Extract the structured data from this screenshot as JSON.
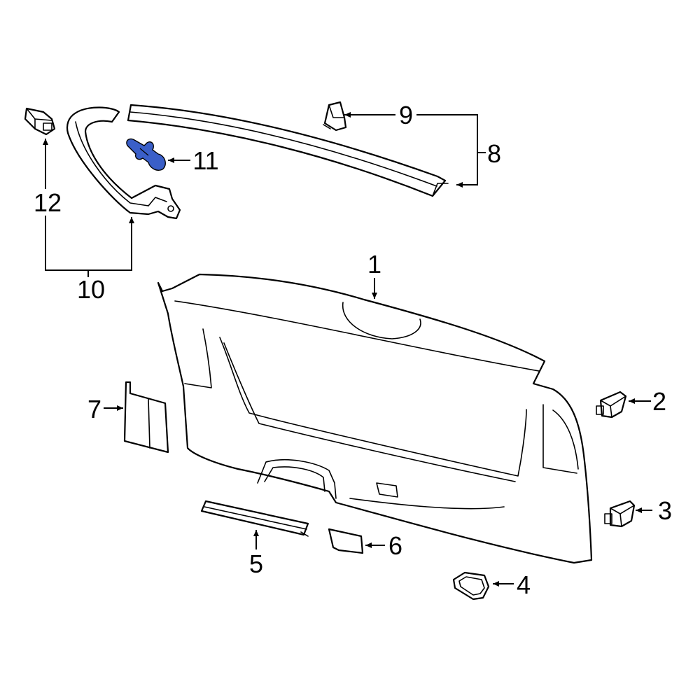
{
  "callouts": {
    "c1": "1",
    "c2": "2",
    "c3": "3",
    "c4": "4",
    "c5": "5",
    "c6": "6",
    "c7": "7",
    "c8": "8",
    "c9": "9",
    "c10": "10",
    "c11": "11",
    "c12": "12"
  },
  "colors": {
    "line": "#000000",
    "highlight_part": "#3a5fc8",
    "background": "#ffffff"
  }
}
